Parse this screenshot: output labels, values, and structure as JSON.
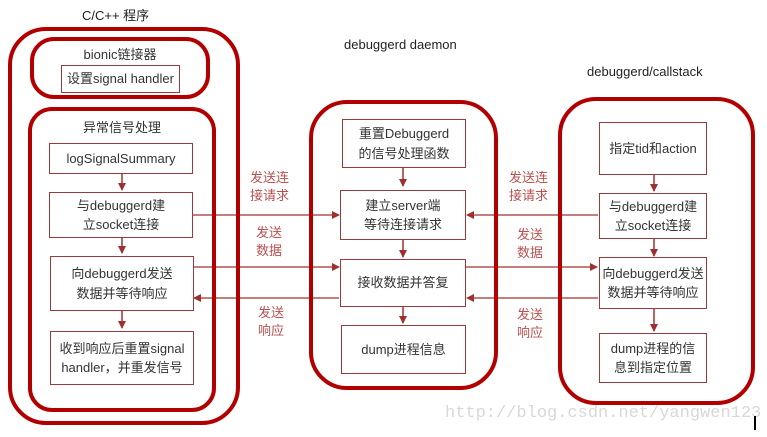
{
  "columns": {
    "left": {
      "title": "C/C++ 程序",
      "bionic": {
        "title": "bionic链接器",
        "box": "设置signal handler"
      },
      "signal": {
        "title": "异常信号处理",
        "boxes": [
          "logSignalSummary",
          "与debuggerd建\n立socket连接",
          "向debuggerd发送\n数据并等待响应",
          "收到响应后重置signal\nhandler，并重发信号"
        ]
      }
    },
    "middle": {
      "title": "debuggerd daemon",
      "boxes": [
        "重置Debuggerd\n的信号处理函数",
        "建立server端\n等待连接请求",
        "接收数据并答复",
        "dump进程信息"
      ]
    },
    "right": {
      "title": "debuggerd/callstack",
      "boxes": [
        "指定tid和action",
        "与debuggerd建\n立socket连接",
        "向debuggerd发送\n数据并等待响应",
        "dump进程的信\n息到指定位置"
      ]
    }
  },
  "edge_labels": {
    "left": [
      "发送连\n接请求",
      "发送\n数据",
      "发送\n响应"
    ],
    "right": [
      "发送连\n接请求",
      "发送\n数据",
      "发送\n响应"
    ]
  },
  "colors": {
    "container_border": "#b20000",
    "box_border": "#9a3a3a",
    "arrow": "#a03030",
    "label_text": "#b85050"
  },
  "watermark": "http://blog.csdn.net/yangwen123"
}
